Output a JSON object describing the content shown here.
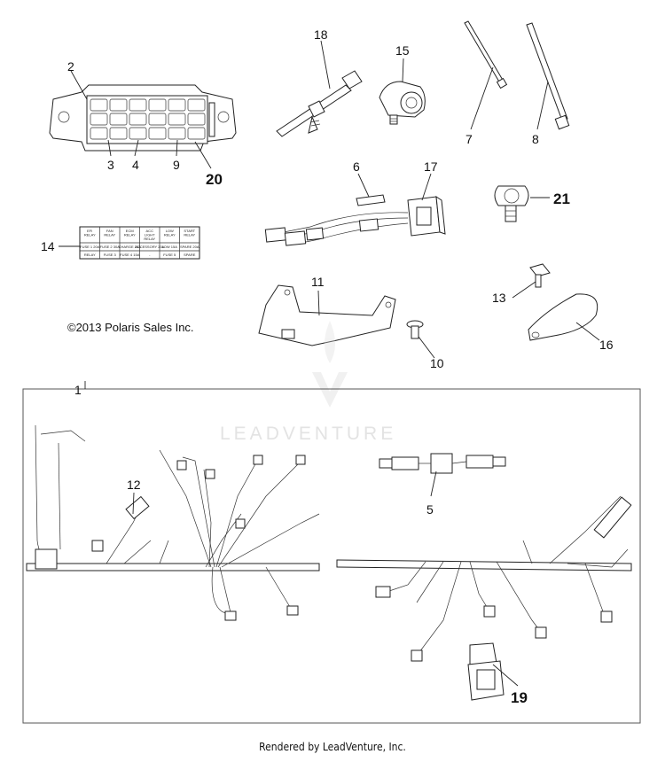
{
  "diagram": {
    "copyright": "©2013 Polaris Sales Inc.",
    "footer": "Rendered by LeadVenture, Inc.",
    "watermark": "LEADVENTURE",
    "relay_chart": {
      "headers": [
        "EFI RELAY",
        "FAN RELAY",
        "ECM RELAY",
        "ACC LIGHT RELAY",
        "LOW RELAY",
        "START RELAY"
      ],
      "rows": [
        [
          "FUSE 1 20A",
          "FUSE 2 30A",
          "CHARGE 20A",
          "ACCESSORY 20A",
          "LOW 15A",
          "SPARE 20A"
        ],
        [
          "RELAY",
          "FUSE 3",
          "FUSE 4 15A",
          "-",
          "FUSE 5",
          "SPARE"
        ]
      ]
    },
    "callouts": {
      "c1": "1",
      "c2": "2",
      "c3": "3",
      "c4": "4",
      "c5": "5",
      "c6": "6",
      "c7": "7",
      "c8": "8",
      "c9": "9",
      "c10": "10",
      "c11": "11",
      "c12": "12",
      "c13": "13",
      "c14": "14",
      "c15": "15",
      "c16": "16",
      "c17": "17",
      "c18": "18",
      "c19": "19",
      "c20": "20",
      "c21": "21"
    }
  }
}
